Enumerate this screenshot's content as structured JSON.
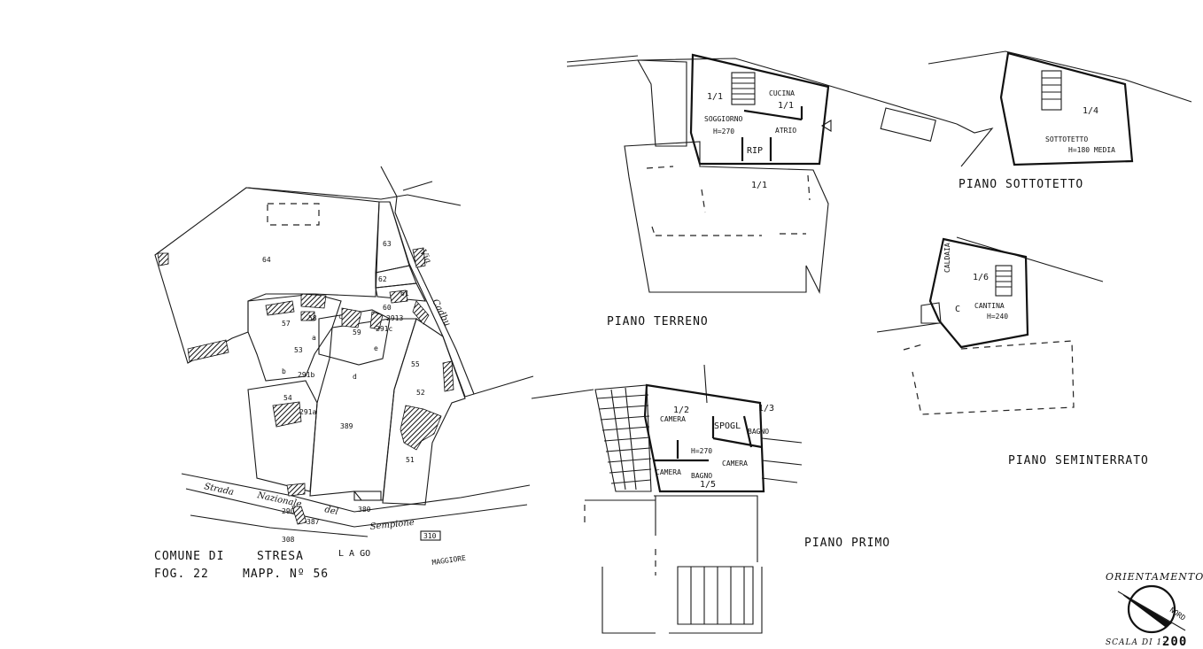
{
  "cadastral": {
    "comune_label": "COMUNE DI",
    "comune_name": "STRESA",
    "lago": "L A GO",
    "maggiore": "MAGGIORE",
    "foglio": "FOG. 22",
    "mappale": "MAPP. Nº 56",
    "road_label_1": "Strada",
    "road_label_2": "Nazionale",
    "road_label_3": "del",
    "road_label_4": "Sempione",
    "road_label_5": "Via",
    "road_label_6": "Cadbu",
    "parcels": [
      "64",
      "63",
      "62",
      "61",
      "60",
      "57",
      "58",
      "59",
      "55",
      "52",
      "54",
      "53",
      "51",
      "389",
      "380",
      "290",
      "387",
      "308",
      "310",
      "291a",
      "291b",
      "291c",
      "2913",
      "a",
      "b",
      "c",
      "d",
      "e"
    ]
  },
  "plans": {
    "terreno": {
      "title": "PIANO TERRENO",
      "rooms": [
        "CUCINA",
        "SOGGIORNO",
        "H=270",
        "ATRIO",
        "RIP",
        "1/1",
        "1/1",
        "1/1"
      ]
    },
    "sottotetto": {
      "title": "PIANO SOTTOTETTO",
      "rooms": [
        "SOTTOTETTO",
        "H=180 MEDIA",
        "1/4"
      ]
    },
    "seminterrato": {
      "title": "PIANO SEMINTERRATO",
      "rooms": [
        "CANTINA",
        "H=240",
        "CALDAIA",
        "1/6",
        "C"
      ]
    },
    "primo": {
      "title": "PIANO PRIMO",
      "rooms": [
        "CAMERA",
        "CAMERA",
        "CAMERA",
        "BAGNO",
        "BAGNO",
        "SPOGL",
        "H=270",
        "1/3",
        "1/5",
        "1/2"
      ]
    }
  },
  "legend": {
    "orientamento": "ORIENTAMENTO",
    "nord": "NORD",
    "scala_label": "SCALA DI 1:",
    "scala_value": "200"
  }
}
